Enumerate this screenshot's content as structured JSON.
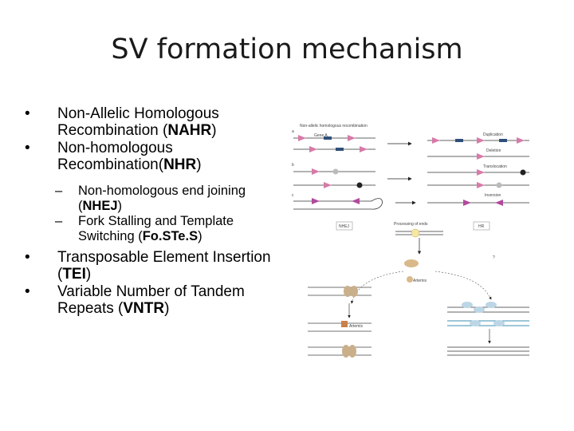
{
  "slide": {
    "title": "SV formation mechanism"
  },
  "bullets": [
    {
      "mark": "•",
      "pre": "Non-Allelic Homologous Recombination (",
      "bold": "NAHR",
      "post": ")"
    },
    {
      "mark": "•",
      "pre": "Non-homologous Recombination(",
      "bold": "NHR",
      "post": ")"
    }
  ],
  "sub_bullets": [
    {
      "mark": "–",
      "pre": "Non-homologous end joining (",
      "bold": "NHEJ",
      "post": ")"
    },
    {
      "mark": "–",
      "pre": "Fork Stalling and Template Switching (",
      "bold": "Fo.STe.S",
      "post": ")"
    }
  ],
  "bullets2": [
    {
      "mark": "•",
      "pre": "Transposable Element Insertion (",
      "bold": "TEI",
      "post": ")"
    },
    {
      "mark": "•",
      "pre": "Variable Number of Tandem Repeats (",
      "bold": "VNTR",
      "post": ")"
    }
  ],
  "figure": {
    "header": "Non-allelic homologous recombination",
    "gene_label": "Gene A",
    "panel_a": "a",
    "panel_b": "b",
    "panel_c": "c",
    "outcome_duplication": "Duplication",
    "outcome_deletion": "Deletion",
    "outcome_translocation": "Translocation",
    "outcome_inversion": "Inversion",
    "processing": "Processing of ends",
    "nhej_box": "NHEJ",
    "hr_box": "HR",
    "artemis_1": "Artemis",
    "artemis_2": "Artemis",
    "question": "?",
    "colors": {
      "pink": "#d77aa8",
      "navy": "#2f4f7a",
      "magenta": "#b14a9c",
      "tan": "#c9b08a",
      "teal": "#3d8fb0"
    }
  }
}
